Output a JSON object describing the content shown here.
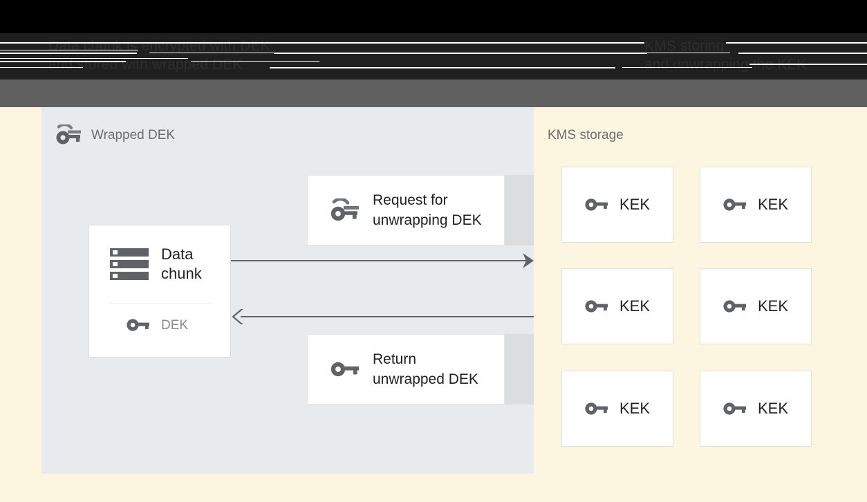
{
  "header": {
    "left_caption": "Data chunk is encrypted with DEK\nand stored with wrapped DEK",
    "right_caption": "KMS storing\nand unwrapping the KEK"
  },
  "colors": {
    "header_bg": "#000000",
    "header_inner_bg": "#1f1f1f",
    "header_text": "#2e2e2e",
    "gray_strip": "#616161",
    "left_panel_bg": "#e8ebee",
    "right_panel_bg": "#fcf5e0",
    "card_bg": "#ffffff",
    "card_border": "#dadce0",
    "shadow_band": "#dcdddf",
    "arrow": "#5f6368",
    "icon_gray": "#5f6368",
    "muted_text": "#8a8a8a",
    "body_text": "#202124",
    "title_text": "#6d6d6d"
  },
  "left_panel": {
    "title": "Wrapped DEK",
    "title_icon": "wrapped-key-icon",
    "data_card": {
      "icon": "data-chunk-icon",
      "label": "Data\nchunk",
      "key_icon": "key-icon",
      "key_label": "DEK"
    },
    "messages": [
      {
        "icon": "wrapped-key-icon",
        "label": "Request for\nunwrapping DEK"
      },
      {
        "icon": "key-icon",
        "label": "Return\nunwrapped DEK"
      }
    ],
    "arrows": [
      {
        "direction": "right",
        "name": "arrow-request"
      },
      {
        "direction": "left",
        "name": "arrow-return"
      }
    ]
  },
  "right_panel": {
    "title": "KMS storage",
    "kek_boxes": [
      {
        "icon": "key-icon",
        "label": "KEK"
      },
      {
        "icon": "key-icon",
        "label": "KEK"
      },
      {
        "icon": "key-icon",
        "label": "KEK"
      },
      {
        "icon": "key-icon",
        "label": "KEK"
      },
      {
        "icon": "key-icon",
        "label": "KEK"
      },
      {
        "icon": "key-icon",
        "label": "KEK"
      }
    ]
  }
}
